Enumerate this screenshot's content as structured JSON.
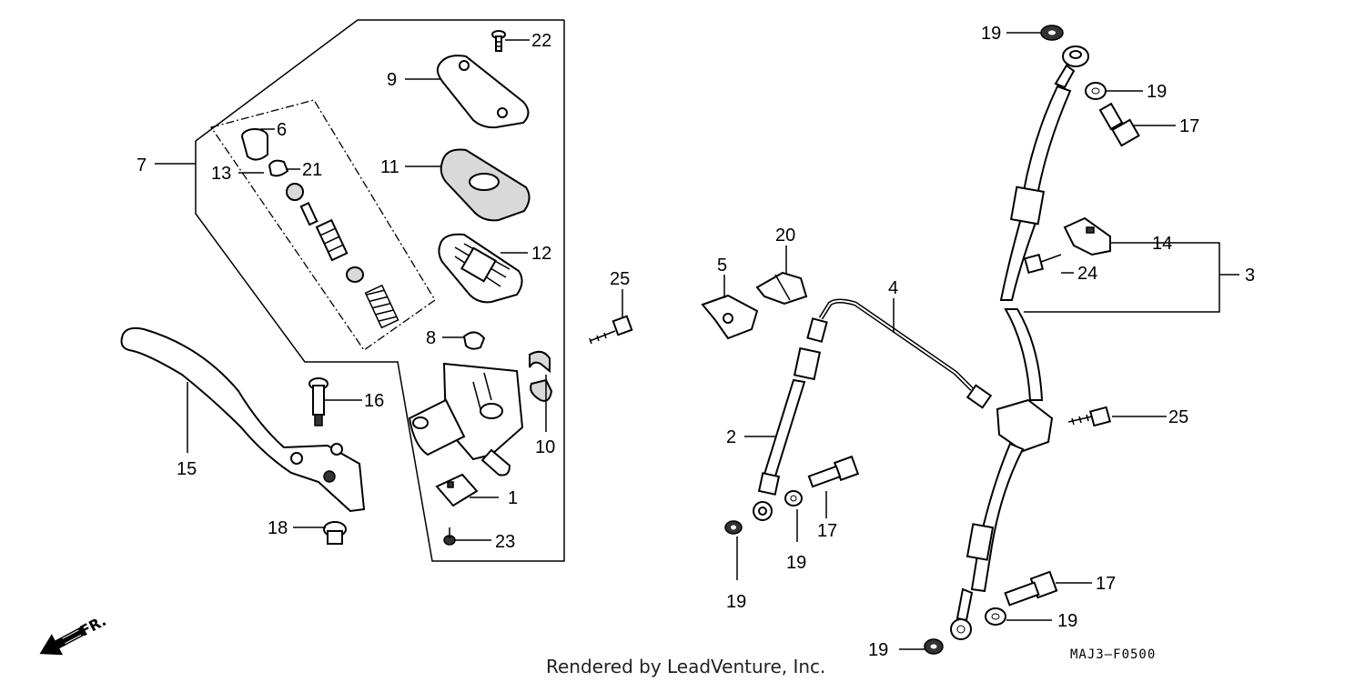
{
  "labels": {
    "l1": "1",
    "l2": "2",
    "l3": "3",
    "l4": "4",
    "l5": "5",
    "l6": "6",
    "l7": "7",
    "l8": "8",
    "l9": "9",
    "l10": "10",
    "l11": "11",
    "l12": "12",
    "l13": "13",
    "l14": "14",
    "l15": "15",
    "l16": "16",
    "l17a": "17",
    "l17b": "17",
    "l17c": "17",
    "l18": "18",
    "l19a": "19",
    "l19b": "19",
    "l19c": "19",
    "l19d": "19",
    "l19e": "19",
    "l19f": "19",
    "l20": "20",
    "l21": "21",
    "l22": "22",
    "l23": "23",
    "l24": "24",
    "l25a": "25",
    "l25b": "25"
  },
  "footer": {
    "credit": "Rendered by LeadVenture, Inc.",
    "diagram_code": "MAJ3—F0500",
    "direction": "FR."
  }
}
